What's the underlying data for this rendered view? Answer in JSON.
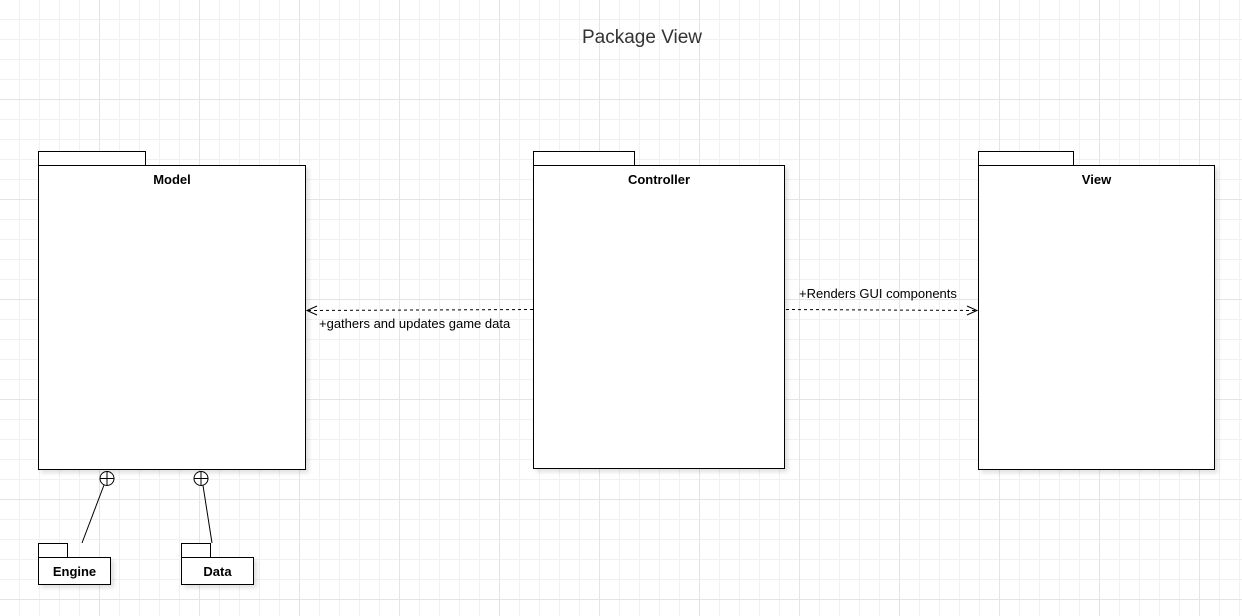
{
  "diagram": {
    "title": "Package View",
    "packages": {
      "model": "Model",
      "controller": "Controller",
      "view": "View",
      "engine": "Engine",
      "data": "Data"
    },
    "relations": {
      "controller_to_model": "+gathers and updates game data",
      "controller_to_view": "+Renders GUI components"
    },
    "line_color": "#000000",
    "grid_color": "#e4e4e4"
  }
}
